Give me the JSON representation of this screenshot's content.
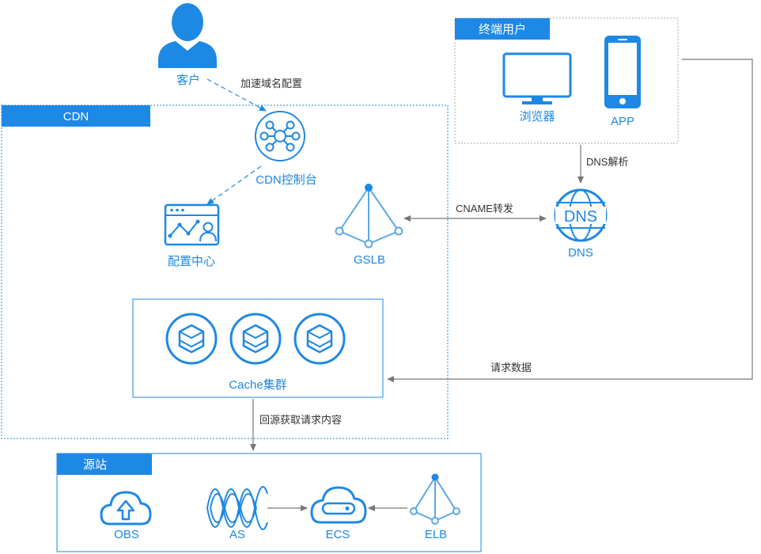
{
  "colors": {
    "primary": "#1e88e5",
    "light": "#5aa7e8",
    "line": "#888888",
    "dashed": "#1e88e5"
  },
  "customer": {
    "label": "客户",
    "icon": "user-icon"
  },
  "end_users": {
    "title": "终端用户",
    "browser": {
      "label": "浏览器",
      "icon": "monitor-icon"
    },
    "app": {
      "label": "APP",
      "icon": "smartphone-icon"
    }
  },
  "cdn": {
    "title": "CDN",
    "console": {
      "label": "CDN控制台",
      "icon": "network-hub-icon"
    },
    "config_center": {
      "label": "配置中心",
      "icon": "dashboard-icon"
    },
    "gslb": {
      "label": "GSLB",
      "icon": "load-balancer-icon"
    },
    "cache_cluster": {
      "label": "Cache集群",
      "icons": [
        "cache-node-icon",
        "cache-node-icon",
        "cache-node-icon"
      ]
    }
  },
  "dns": {
    "label": "DNS",
    "icon_text": "DNS",
    "icon": "dns-globe-icon"
  },
  "origin": {
    "title": "源站",
    "obs": {
      "label": "OBS",
      "icon": "cloud-upload-icon"
    },
    "as": {
      "label": "AS",
      "icon": "auto-scaling-icon"
    },
    "ecs": {
      "label": "ECS",
      "icon": "server-cloud-icon"
    },
    "elb": {
      "label": "ELB",
      "icon": "load-balancer-icon"
    }
  },
  "edges": {
    "customer_to_console": "加速域名配置",
    "users_to_dns": "DNS解析",
    "gslb_dns": "CNAME转发",
    "users_to_cache": "请求数据",
    "cache_to_origin": "回源获取请求内容"
  }
}
